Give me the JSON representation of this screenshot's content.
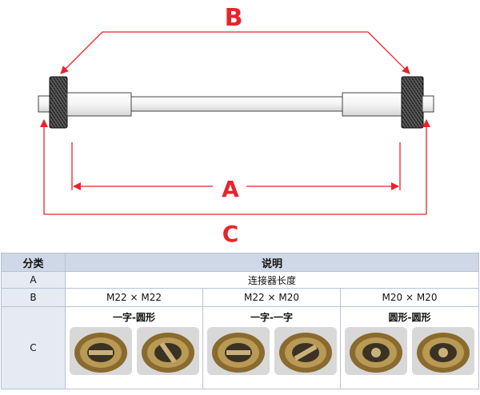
{
  "diagram": {
    "labels": {
      "a": "A",
      "b": "B",
      "c": "C"
    },
    "colors": {
      "dimension": "#e8232a",
      "outline": "#444444",
      "knurl": "#222222"
    }
  },
  "table": {
    "header": {
      "category": "分类",
      "description": "说明"
    },
    "rows": [
      {
        "key": "A",
        "value": "连接器长度"
      },
      {
        "key": "B",
        "variants": [
          "M22 × M22",
          "M22 × M20",
          "M20 × M20"
        ]
      },
      {
        "key": "C",
        "variants": [
          "一字-圆形",
          "一字-一字",
          "圆形-圆形"
        ]
      }
    ],
    "colors": {
      "header_bg": "#cfd8e6",
      "label_bg": "#e6ebf3",
      "border": "#b8c2d4"
    }
  }
}
